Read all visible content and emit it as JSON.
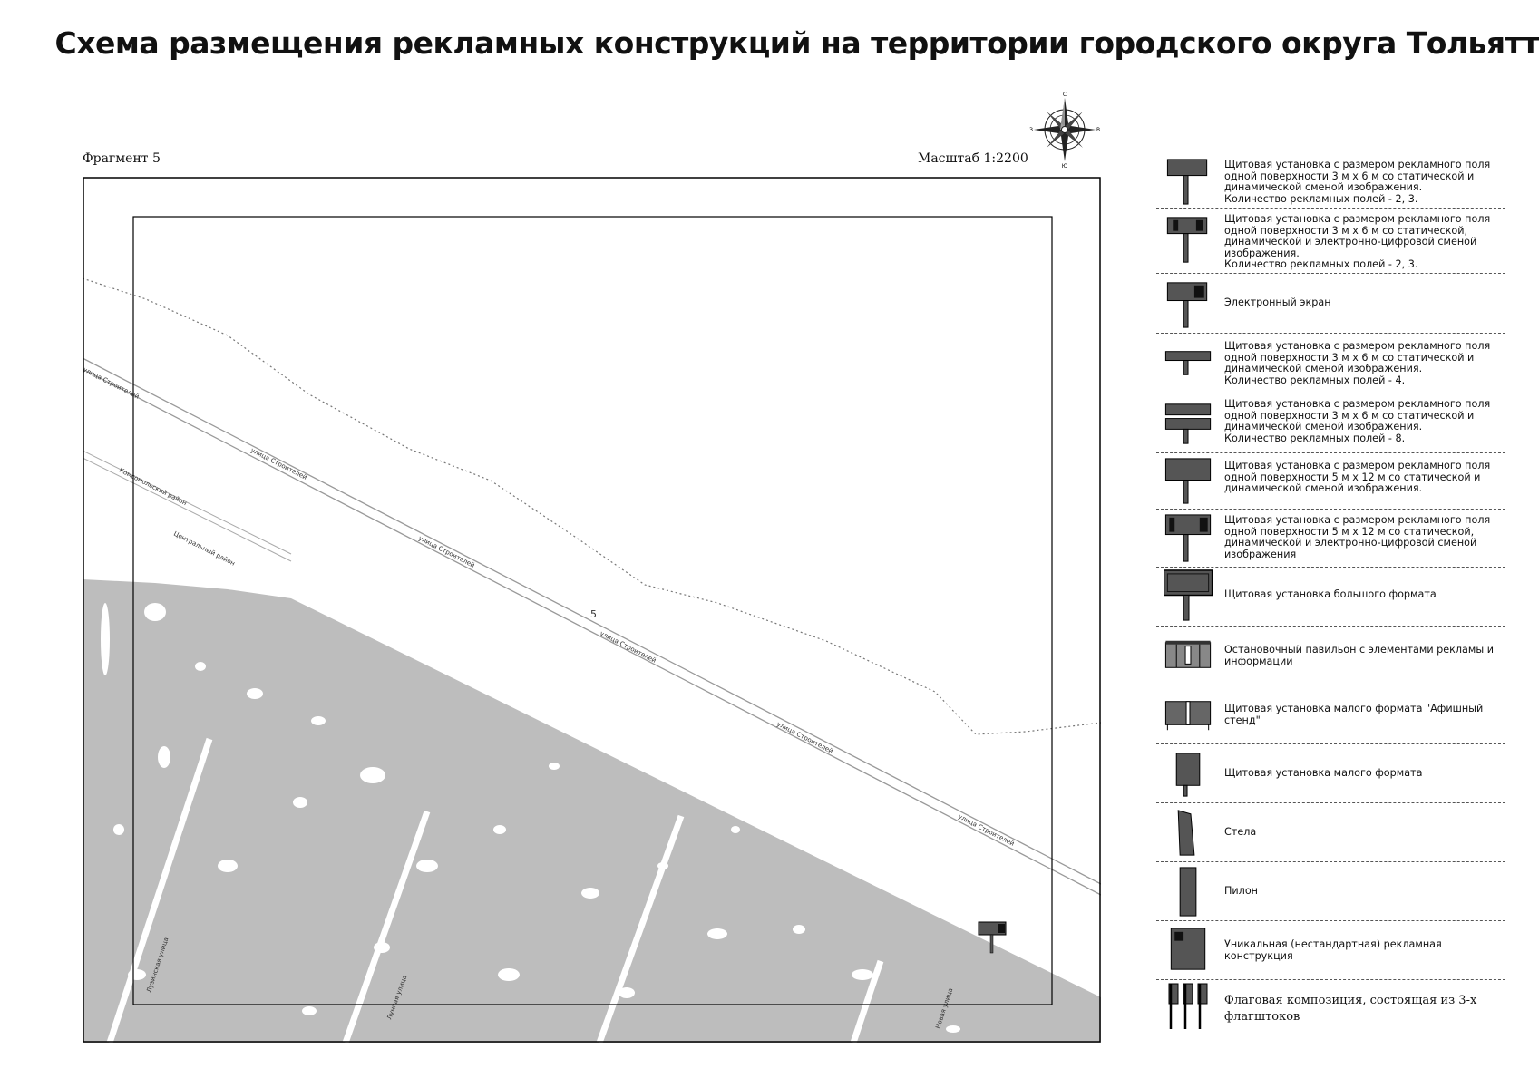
{
  "title": "Схема размещения рекламных конструкций на территории городского округа Тольятти",
  "fragment_label": "Фрагмент 5",
  "scale_label": "Масштаб 1:2200",
  "compass": {
    "n": "С",
    "s": "Ю",
    "w": "З",
    "e": "В"
  },
  "map": {
    "zone_label": "5",
    "street_labels": [
      "улица Строителей",
      "улица Строителей",
      "улица Строителей",
      "улица Строителей",
      "улица Строителей",
      "улица Строителей"
    ],
    "district_labels": [
      "Комсомольский район",
      "Центральный район"
    ],
    "side_street_labels": [
      "Лузинская улица",
      "Лунная улица",
      "Новая улица"
    ],
    "colors": {
      "built_area": "#bdbdbd",
      "road": "#9a9a9a",
      "frame": "#000000",
      "sign": "#555555"
    }
  },
  "legend": [
    {
      "icon": "billboard-static-icon",
      "text": "Щитовая установка с размером рекламного поля\nодной поверхности 3 м х 6 м со статической и\nдинамической сменой изображения.\nКоличество рекламных полей - 2, 3."
    },
    {
      "icon": "billboard-digital-icon",
      "text": "Щитовая установка с размером рекламного поля\nодной поверхности 3 м х 6 м со статической,\nдинамической и электронно-цифровой сменой\nизображения.\nКоличество рекламных полей - 2, 3."
    },
    {
      "icon": "electronic-screen-icon",
      "text": "Электронный экран"
    },
    {
      "icon": "billboard-4-faces-icon",
      "text": "Щитовая установка с размером рекламного поля\nодной поверхности 3 м х 6 м со статической и\nдинамической сменой изображения.\nКоличество рекламных полей - 4."
    },
    {
      "icon": "billboard-8-faces-icon",
      "text": "Щитовая установка с размером рекламного поля\nодной поверхности 3 м х 6 м со статической и\nдинамической сменой изображения.\nКоличество рекламных полей - 8."
    },
    {
      "icon": "billboard-5x12-icon",
      "text": "Щитовая установка с размером рекламного поля\nодной поверхности 5 м х 12 м со статической и\nдинамической сменой изображения."
    },
    {
      "icon": "billboard-5x12-digital-icon",
      "text": "Щитовая установка с размером рекламного поля\nодной поверхности 5 м х 12 м со статической,\nдинамической и электронно-цифровой сменой\nизображения"
    },
    {
      "icon": "large-format-board-icon",
      "text": "Щитовая установка большого формата"
    },
    {
      "icon": "bus-stop-pavilion-icon",
      "text": "Остановочный павильон с элементами рекламы и\nинформации"
    },
    {
      "icon": "poster-stand-icon",
      "text": "Щитовая установка малого формата \"Афишный\nстенд\""
    },
    {
      "icon": "small-format-board-icon",
      "text": "Щитовая установка малого формата"
    },
    {
      "icon": "stele-icon",
      "text": "Стела"
    },
    {
      "icon": "pylon-icon",
      "text": "Пилон"
    },
    {
      "icon": "unique-structure-icon",
      "text": "Уникальная (нестандартная) рекламная\nконструкция"
    },
    {
      "icon": "flag-composition-icon",
      "text": "Флаговая композиция, состоящая из 3-х\nфлагштоков"
    }
  ]
}
